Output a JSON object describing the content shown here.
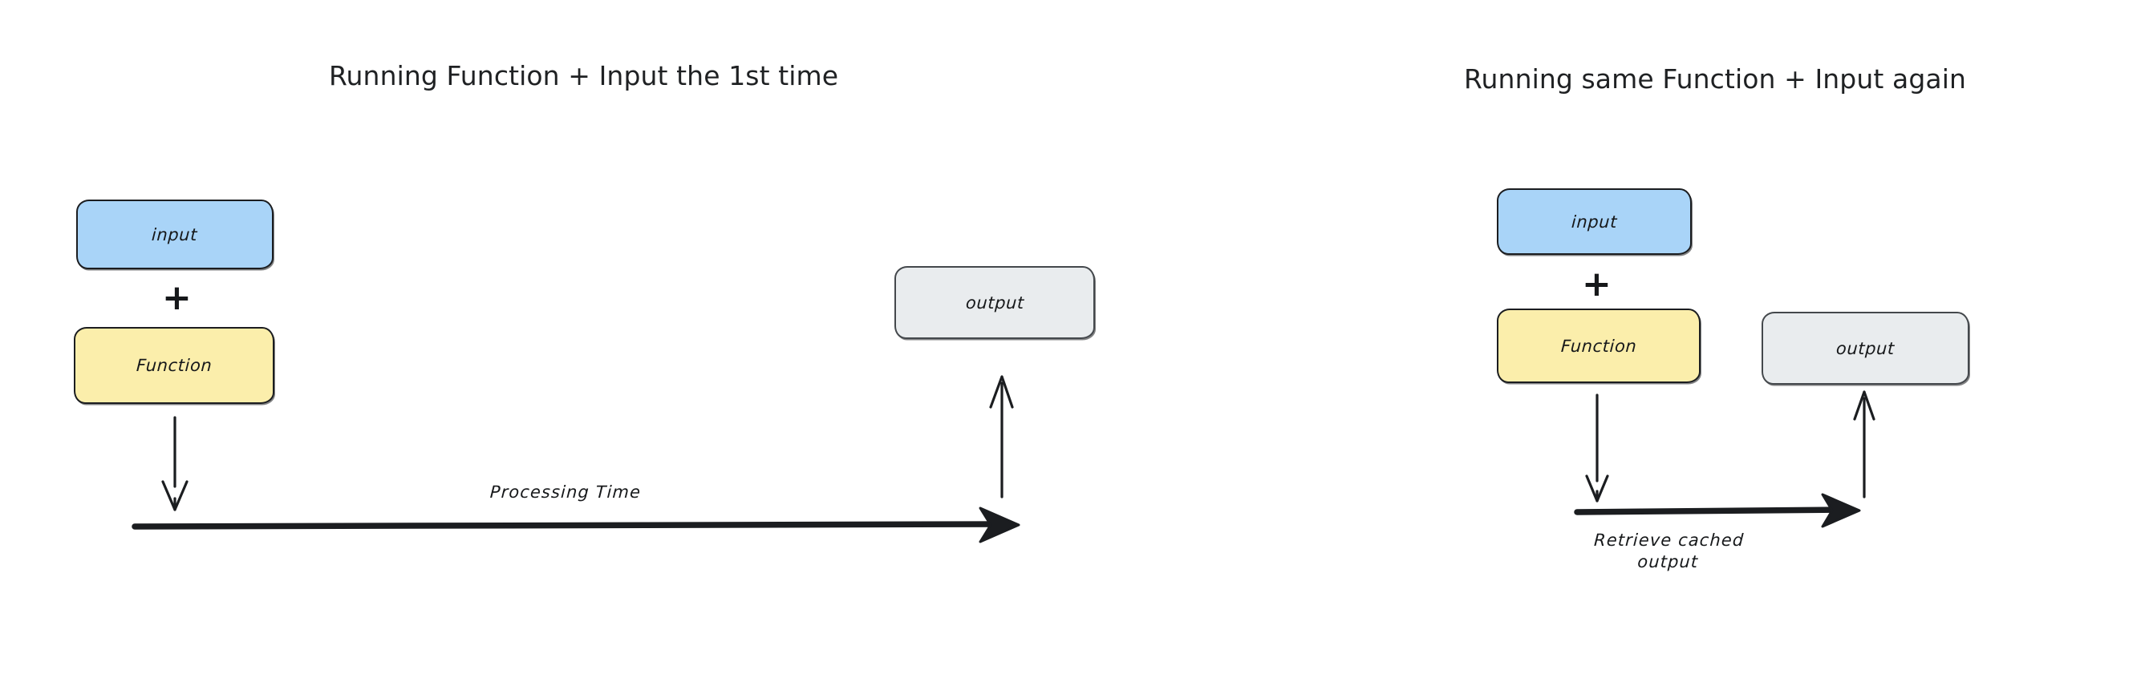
{
  "diagram": {
    "type": "flow-diagram",
    "background_color": "#ffffff",
    "ink_color": "#1b1d20",
    "panels": [
      {
        "id": "first-run",
        "title": "Running Function + Input the 1st time",
        "nodes": [
          {
            "id": "input",
            "label": "input",
            "fill": "#a9d4f8"
          },
          {
            "id": "function",
            "label": "Function",
            "fill": "#fbeeab"
          },
          {
            "id": "output",
            "label": "output",
            "fill": "#e9ecee"
          }
        ],
        "operator": "+",
        "timeline_label": "Processing Time"
      },
      {
        "id": "cached-run",
        "title": "Running same Function + Input again",
        "nodes": [
          {
            "id": "input",
            "label": "input",
            "fill": "#a9d4f8"
          },
          {
            "id": "function",
            "label": "Function",
            "fill": "#fbeeab"
          },
          {
            "id": "output",
            "label": "output",
            "fill": "#e9ecee"
          }
        ],
        "operator": "+",
        "timeline_label": "Retrieve cached\noutput"
      }
    ]
  }
}
